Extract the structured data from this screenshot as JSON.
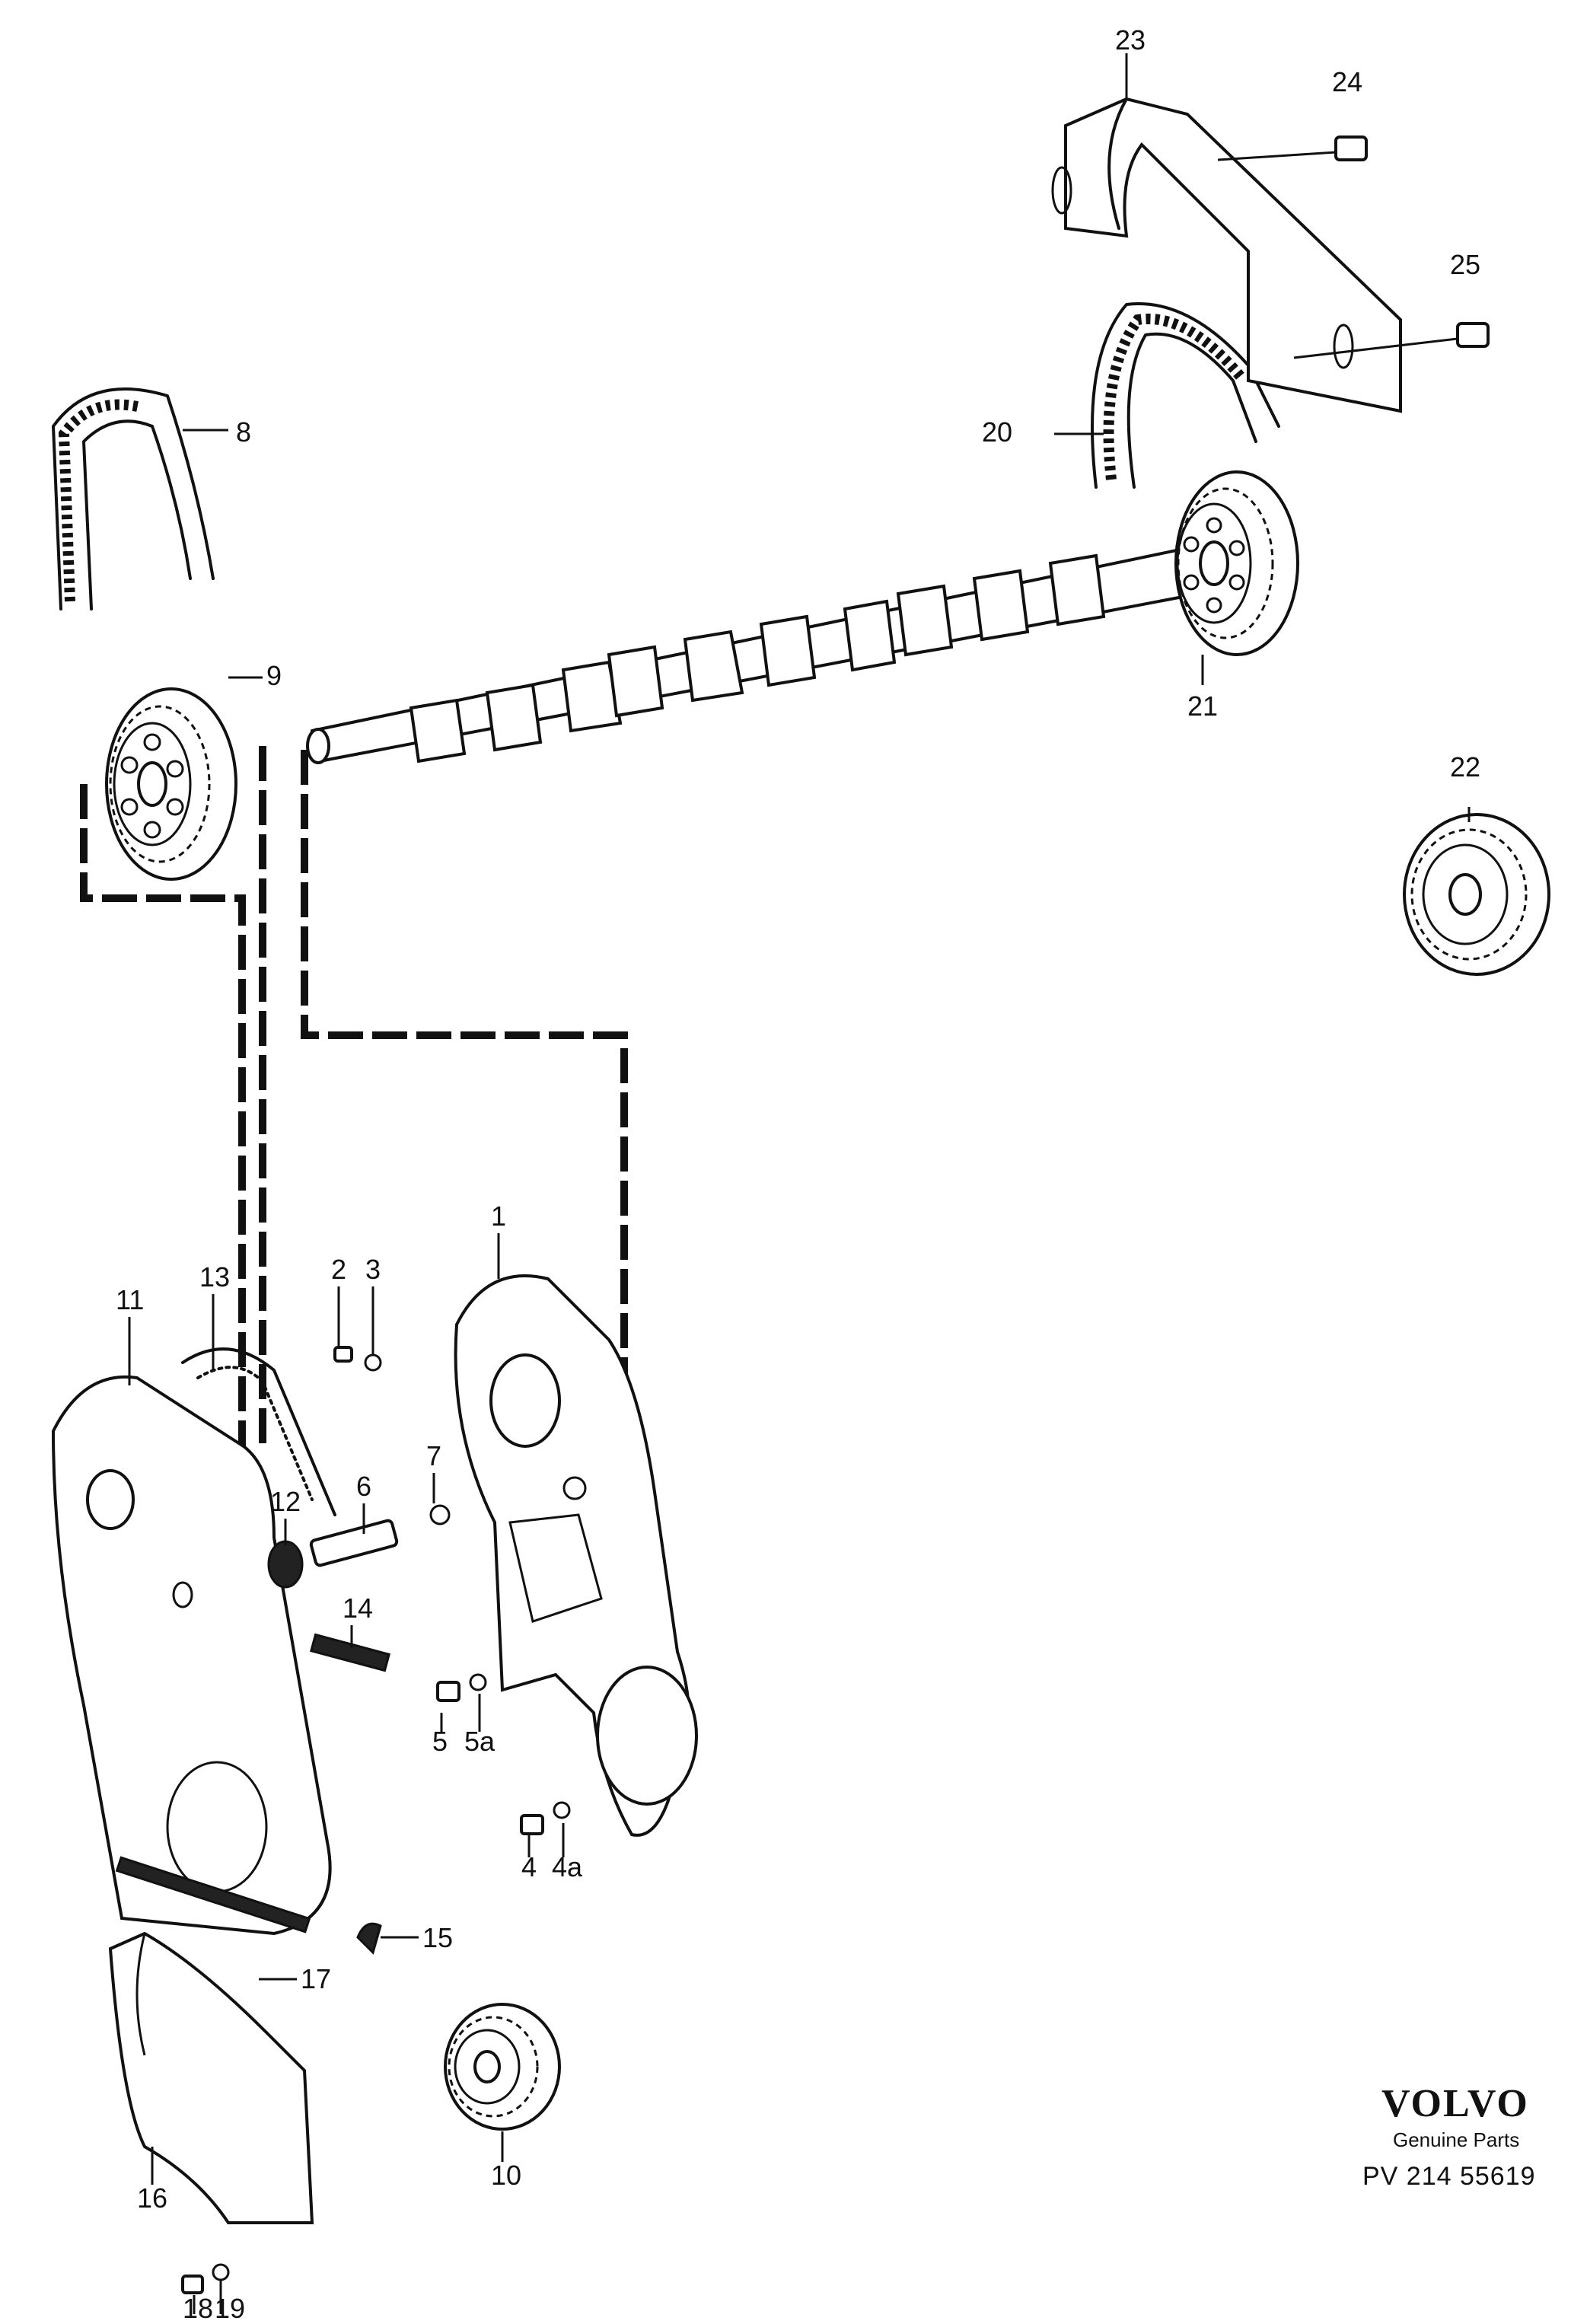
{
  "callouts": {
    "p1": "1",
    "p2": "2",
    "p3": "3",
    "p4": "4",
    "p4a": "4a",
    "p5": "5",
    "p5a": "5a",
    "p6": "6",
    "p7": "7",
    "p8": "8",
    "p9": "9",
    "p10": "10",
    "p11": "11",
    "p12": "12",
    "p13": "13",
    "p14": "14",
    "p15": "15",
    "p16": "16",
    "p17": "17",
    "p18": "18",
    "p19": "19",
    "p20": "20",
    "p21": "21",
    "p22": "22",
    "p23": "23",
    "p24": "24",
    "p25": "25"
  },
  "branding": {
    "brand": "VOLVO",
    "tagline": "Genuine Parts",
    "code": "PV 214 55619"
  }
}
